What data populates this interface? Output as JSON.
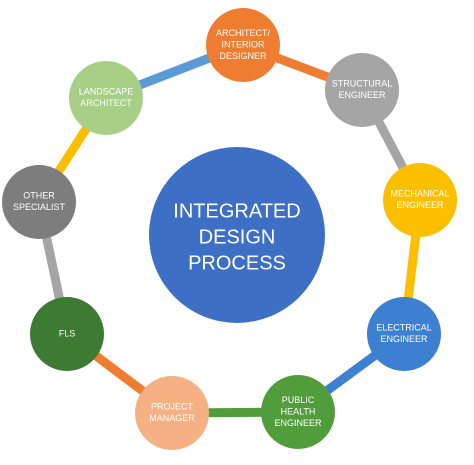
{
  "center": {
    "lines": [
      "INTEGRATED",
      "DESIGN",
      "PROCESS"
    ],
    "color": "#3d6fc4"
  },
  "nodes": [
    {
      "id": "architect",
      "lines": [
        "ARCHITECT/",
        "INTERIOR",
        "DESIGNER"
      ],
      "color": "#ee7d31"
    },
    {
      "id": "structural",
      "lines": [
        "STRUCTURAL",
        "ENGINEER"
      ],
      "color": "#a5a5a5"
    },
    {
      "id": "mechanical",
      "lines": [
        "MECHANICAL",
        "ENGINEER"
      ],
      "color": "#fcbf00"
    },
    {
      "id": "electrical",
      "lines": [
        "ELECTRICAL",
        "ENGINEER"
      ],
      "color": "#3d7fd1"
    },
    {
      "id": "public-health",
      "lines": [
        "PUBLIC",
        "HEALTH",
        "ENGINEER"
      ],
      "color": "#519d3c"
    },
    {
      "id": "project-manager",
      "lines": [
        "PROJECT",
        "MANAGER"
      ],
      "color": "#f5b184"
    },
    {
      "id": "fls",
      "lines": [
        "FLS"
      ],
      "color": "#3d7a32"
    },
    {
      "id": "other-specialist",
      "lines": [
        "OTHER",
        "SPECIALIST"
      ],
      "color": "#7d7d7d"
    },
    {
      "id": "landscape",
      "lines": [
        "LANDSCAPE",
        "ARCHITECT"
      ],
      "color": "#a7d086"
    }
  ],
  "ring_colors": [
    "#ee7d31",
    "#a5a5a5",
    "#fcbf00",
    "#3d7fd1",
    "#519d3c",
    "#ee7d31",
    "#a5a5a5",
    "#fcbf00",
    "#5b9bd5"
  ]
}
